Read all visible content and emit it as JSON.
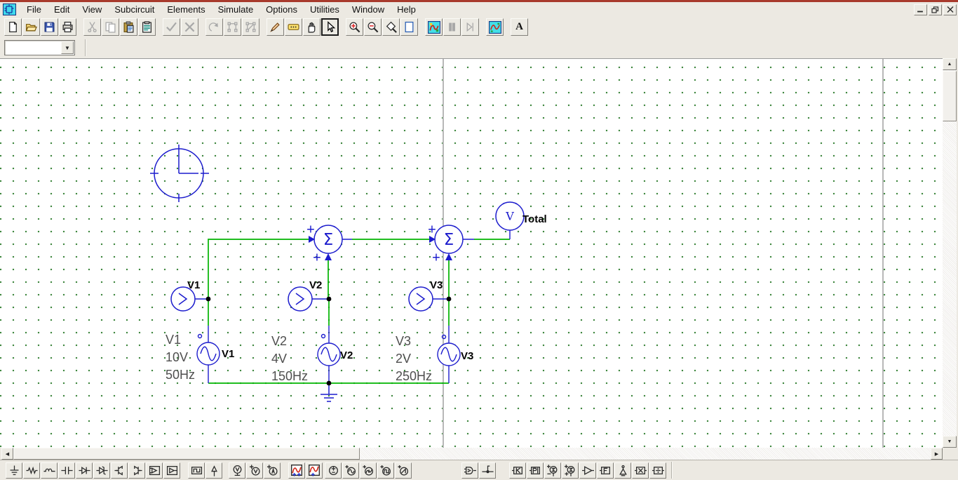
{
  "titlebar": {
    "app_icon": "app-icon",
    "menu_items": [
      "File",
      "Edit",
      "View",
      "Subcircuit",
      "Elements",
      "Simulate",
      "Options",
      "Utilities",
      "Window",
      "Help"
    ],
    "window_controls": [
      "minimize",
      "restore",
      "close"
    ]
  },
  "toolbar_top": {
    "buttons": [
      "new",
      "open",
      "save",
      "print",
      "cut",
      "copy",
      "paste",
      "paste-netlist",
      "apply-check",
      "cancel-x",
      "undo",
      "renumber-nodes",
      "renumber-nodes-alt",
      "draw-wire",
      "place-label",
      "pan",
      "select",
      "zoom-in",
      "zoom-out",
      "zoom-area",
      "zoom-page",
      "run-simulation",
      "pause-simulation",
      "step-simulation",
      "view-graph",
      "text-tool"
    ],
    "disabled_buttons": [
      "cut",
      "copy",
      "apply-check",
      "cancel-x",
      "undo",
      "renumber-nodes",
      "renumber-nodes-alt",
      "pause-simulation",
      "step-simulation"
    ],
    "active_button": "select",
    "text_tool_glyph": "A"
  },
  "toolbar_combo": {
    "value": ""
  },
  "canvas": {
    "colors": {
      "wire": "#00b400",
      "component": "#1c1ccd",
      "grid_dot": "#2f7d2f",
      "junction": "#000000",
      "page_guide": "#b8b8b8"
    },
    "clock": {
      "name": "analog-clock"
    },
    "summers": [
      {
        "symbol": "Σ",
        "plus_top": "+",
        "plus_bottom": "+"
      },
      {
        "symbol": "Σ",
        "plus_top": "+",
        "plus_bottom": "+"
      }
    ],
    "voltmeter": {
      "symbol": "V",
      "label": "Total"
    },
    "probes": [
      {
        "label": "V1"
      },
      {
        "label": "V2"
      },
      {
        "label": "V3"
      }
    ],
    "sources": [
      {
        "label": "V1",
        "params": {
          "name": "V1",
          "amplitude": "10V",
          "frequency": "50Hz"
        }
      },
      {
        "label": "V2",
        "params": {
          "name": "V2",
          "amplitude": "4V",
          "frequency": "150Hz"
        }
      },
      {
        "label": "V3",
        "params": {
          "name": "V3",
          "amplitude": "2V",
          "frequency": "250Hz"
        }
      }
    ]
  },
  "toolbar_bottom": {
    "buttons": [
      "ground",
      "resistor",
      "inductor",
      "capacitor",
      "diode",
      "zener-diode",
      "jfet-n",
      "jfet-p",
      "ic-amp",
      "ic-amp-2",
      "pulse-generator",
      "current-source",
      "voltmeter-probe",
      "voltage-probe",
      "current-probe",
      "scope",
      "scope-xy",
      "dc-source",
      "ac-source",
      "ac-source-phase",
      "square-source",
      "ramp-source",
      "logic-gate",
      "node-probe",
      "gain-block",
      "pi-block",
      "summer-minus",
      "summer-plus",
      "amplifier",
      "function-block",
      "antenna",
      "multiplier",
      "divider"
    ]
  }
}
